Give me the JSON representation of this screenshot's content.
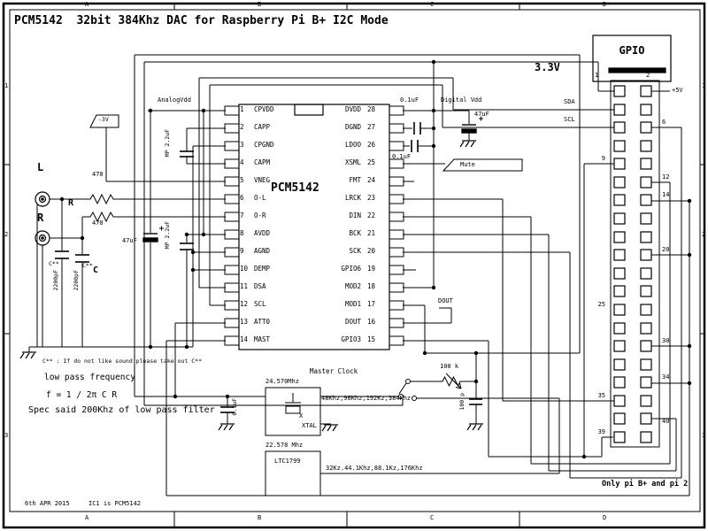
{
  "title": "PCM5142  32bit 384Khz DAC for Raspberry Pi B+ I2C Mode",
  "border": {
    "cols": [
      "A",
      "B",
      "C",
      "D"
    ],
    "rows": [
      "1",
      "2",
      "3"
    ]
  },
  "ic": {
    "name": "PCM5142",
    "left_pins": [
      {
        "num": "1",
        "name": "CPVDD"
      },
      {
        "num": "2",
        "name": "CAPP"
      },
      {
        "num": "3",
        "name": "CPGND"
      },
      {
        "num": "4",
        "name": "CAPM"
      },
      {
        "num": "5",
        "name": "VNEG"
      },
      {
        "num": "6",
        "name": "O-L"
      },
      {
        "num": "7",
        "name": "O-R"
      },
      {
        "num": "8",
        "name": "AVDD"
      },
      {
        "num": "9",
        "name": "AGND"
      },
      {
        "num": "10",
        "name": "DEMP"
      },
      {
        "num": "11",
        "name": "DSA"
      },
      {
        "num": "12",
        "name": "SCL"
      },
      {
        "num": "13",
        "name": "ATT0"
      },
      {
        "num": "14",
        "name": "MAST"
      }
    ],
    "right_pins": [
      {
        "num": "28",
        "name": "DVDD"
      },
      {
        "num": "27",
        "name": "DGND"
      },
      {
        "num": "26",
        "name": "LDOO"
      },
      {
        "num": "25",
        "name": "XSML"
      },
      {
        "num": "24",
        "name": "FMT"
      },
      {
        "num": "23",
        "name": "LRCK"
      },
      {
        "num": "22",
        "name": "DIN"
      },
      {
        "num": "21",
        "name": "BCK"
      },
      {
        "num": "20",
        "name": "SCK"
      },
      {
        "num": "19",
        "name": "GPIO6"
      },
      {
        "num": "18",
        "name": "MOD2"
      },
      {
        "num": "17",
        "name": "MOD1"
      },
      {
        "num": "16",
        "name": "DOUT"
      },
      {
        "num": "15",
        "name": "GPIO3"
      }
    ]
  },
  "gpio": {
    "title": "GPIO",
    "pin1": "1",
    "pin2": "2",
    "plus5v": "+5V",
    "sda": "SDA",
    "scl": "SCL",
    "rows": 20,
    "left_pin_labels": [
      {
        "label": "9",
        "row": 4
      },
      {
        "label": "25",
        "row": 12
      },
      {
        "label": "35",
        "row": 17
      },
      {
        "label": "39",
        "row": 19
      }
    ],
    "right_pin_labels": [
      {
        "label": "6",
        "row": 2
      },
      {
        "label": "12",
        "row": 5
      },
      {
        "label": "14",
        "row": 6
      },
      {
        "label": "20",
        "row": 9
      },
      {
        "label": "30",
        "row": 14
      },
      {
        "label": "34",
        "row": 16
      },
      {
        "label": "40",
        "row": 18.4
      }
    ],
    "note": "Only pi B+ and pi 2"
  },
  "power": {
    "analog_vdd": "AnalogVdd",
    "digital_vdd": "Digital Vdd",
    "v33": "3.3V",
    "neg3": "-3V"
  },
  "components": {
    "r_top": "470",
    "r_bottom": "470",
    "c_star_left": "C**",
    "c_star_right": "C**",
    "c_big": "C",
    "c2200_left": "2200pF",
    "c2200_right": "2200pF",
    "cap47_analog": "47uF",
    "mp22_top": "MP 2.2uF",
    "mp22_bottom": "MP 2.2uF",
    "cap01_top": "0.1uF",
    "cap47_digital": "47uF",
    "cap01_mid": "0.1uF",
    "cap01_xtal": "0.1uF",
    "mute": "Mute",
    "dout": "DOUT",
    "r100k": "100 k",
    "c100p": "100 p",
    "jack_l": "L",
    "jack_r": "R",
    "r_channel": "R"
  },
  "clock": {
    "label": "Master Clock",
    "xtal_freq": "24.570Mhz",
    "x": "X",
    "xtal": "XTAL",
    "rates_high": "48Khz,96Khz,192Kz,384Khz",
    "osc_freq": "22.578 Mhz",
    "osc": "LTC1799",
    "rates_low": "32Kz.44.1Khz,88.1Kz,176Khz"
  },
  "notes": {
    "c_note": "C** : If do not like sound please take out C**",
    "lpf1": "low pass frequency",
    "lpf2": "f = 1 / 2π C R",
    "lpf3": "Spec said 200Khz of low pass filter",
    "date": "6th APR 2015",
    "ic_note": "IC1 is PCM5142"
  },
  "colors": {
    "line": "#000000",
    "bg": "#ffffff"
  }
}
